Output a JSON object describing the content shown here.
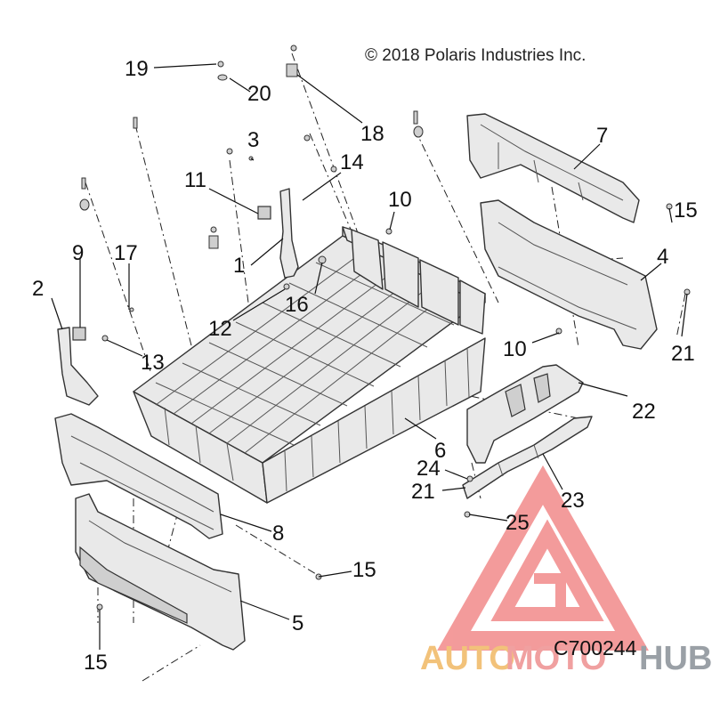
{
  "copyright": "© 2018 Polaris Industries Inc.",
  "drawing_number": "C700244",
  "watermark": {
    "word_auto": "AUTO",
    "word_moto": "MOTO",
    "word_hub": "HUB",
    "logo_color": "#f07a7a",
    "auto_color": "#f2c27a",
    "hub_color": "#9aa0a6"
  },
  "callouts": {
    "c1": "1",
    "c2": "2",
    "c3": "3",
    "c4": "4",
    "c5": "5",
    "c6": "6",
    "c7": "7",
    "c8": "8",
    "c9": "9",
    "c10a": "10",
    "c10b": "10",
    "c11": "11",
    "c12": "12",
    "c13": "13",
    "c14": "14",
    "c15a": "15",
    "c15b": "15",
    "c15c": "15",
    "c16": "16",
    "c17": "17",
    "c18": "18",
    "c19": "19",
    "c20": "20",
    "c21a": "21",
    "c21b": "21",
    "c22": "22",
    "c23": "23",
    "c24": "24",
    "c25": "25"
  }
}
